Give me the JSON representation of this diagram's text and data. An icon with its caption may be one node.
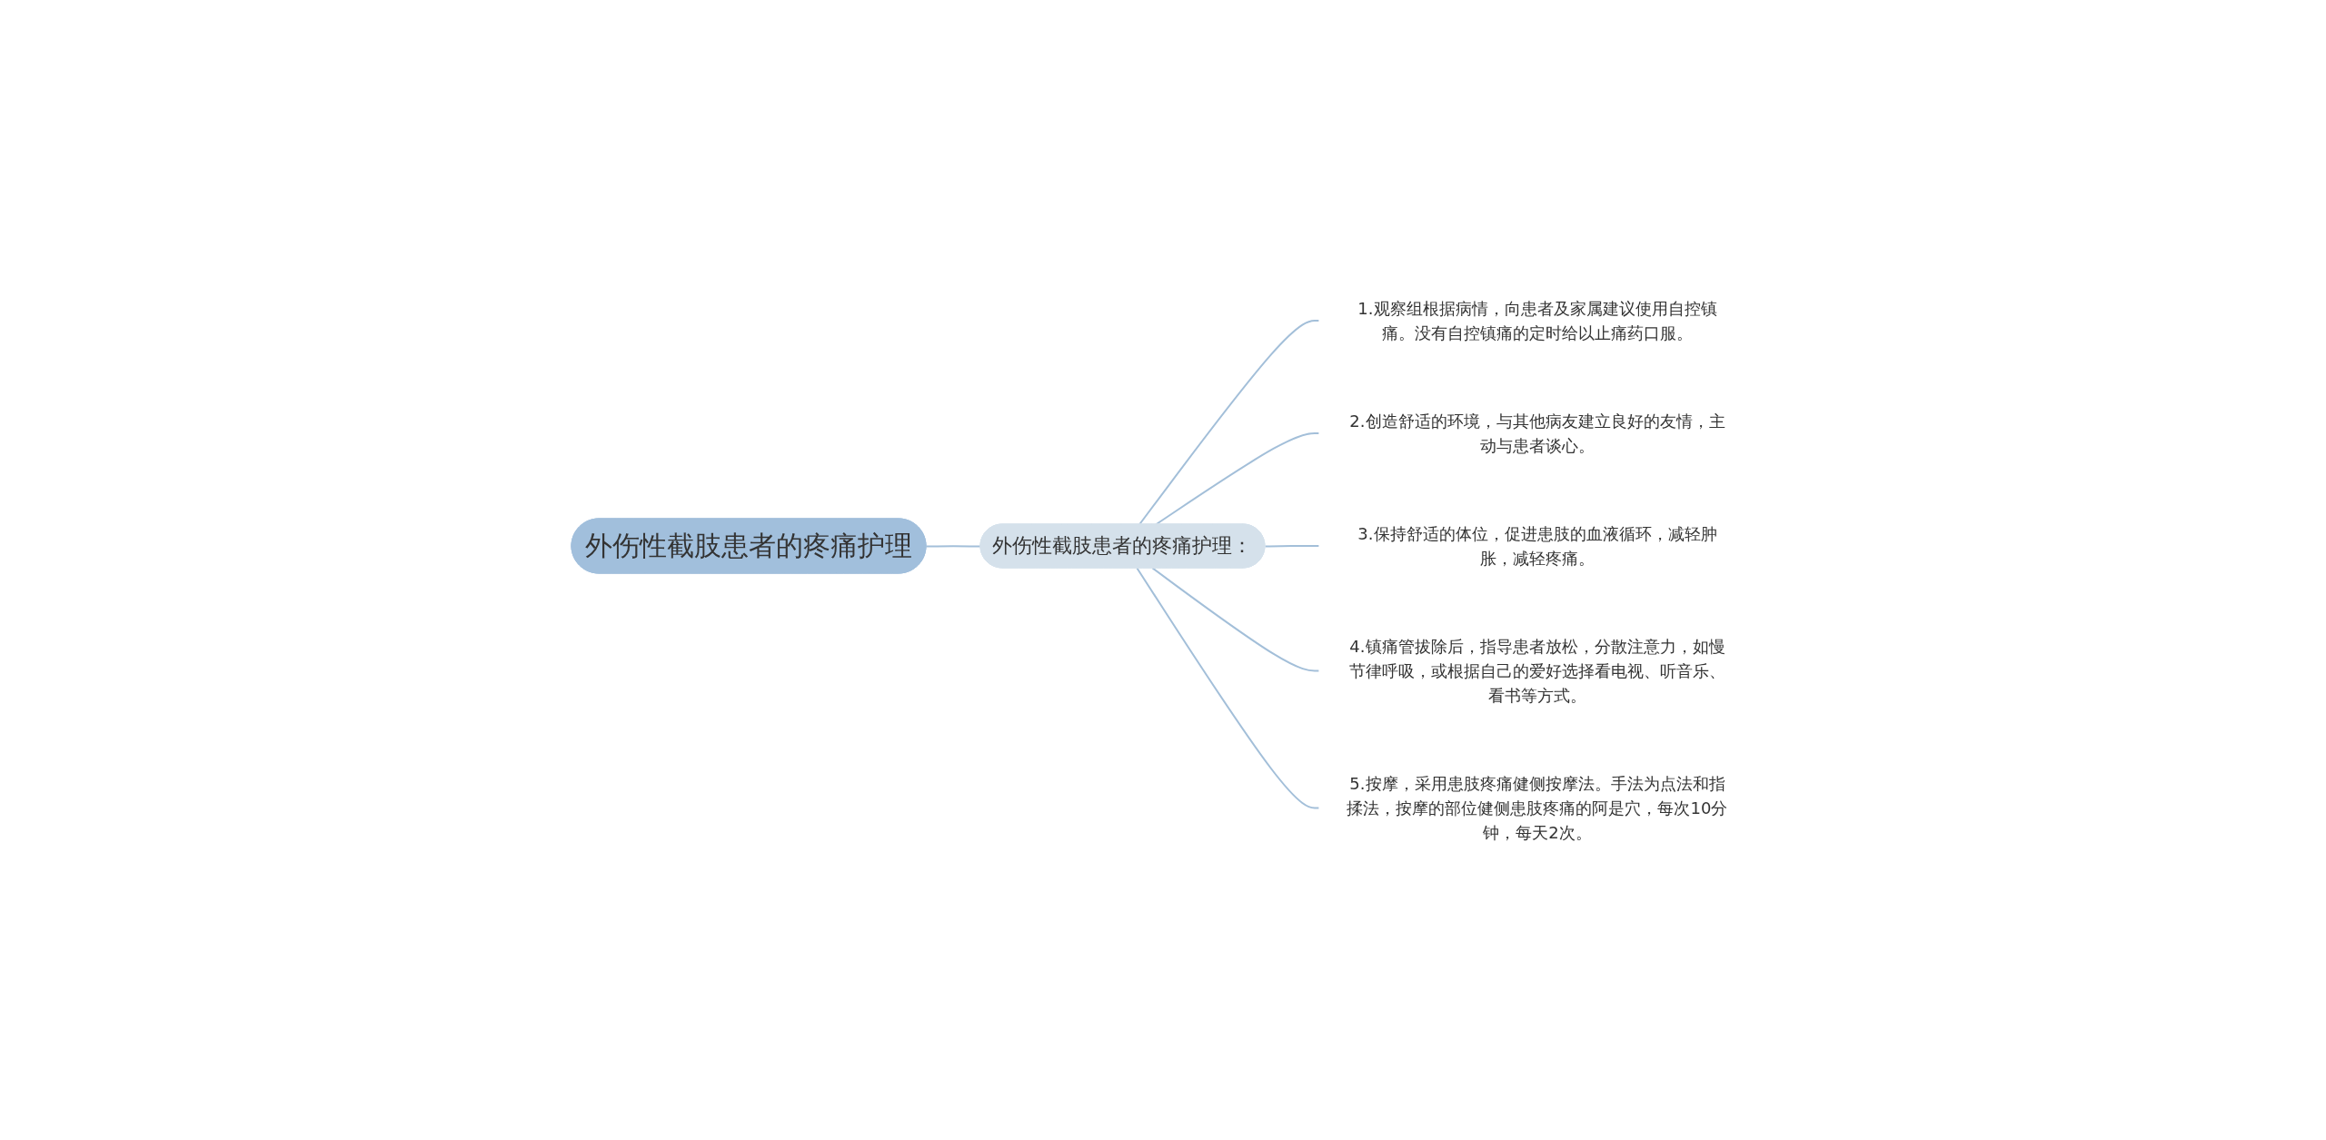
{
  "diagram": {
    "nodes": [
      {
        "text": [
          "外伤性截肢患者的疼痛护理"
        ]
      },
      {
        "text": [
          "外伤性截肢患者的疼痛护理："
        ]
      },
      {
        "text": [
          "1.观察组根据病情，向患者及家属建议使用自控镇痛。没有自控镇痛的定时给以止痛药口服。"
        ]
      },
      {
        "text": [
          "2.创造舒适的环境，与其他病友建立良好的友情，主动与患者谈心。"
        ]
      },
      {
        "text": [
          "3.保持舒适的体位，促进患肢的血液循环，减轻肿胀，减轻疼痛。"
        ]
      },
      {
        "text": [
          "4.镇痛管拔除后，指导患者放松，分散注意力，如慢节律呼吸，或根据自己的爱好选择看电视、听音乐、看书等方式。"
        ]
      },
      {
        "text": [
          "5.按摩，采用患肢疼痛健侧按摩法。手法为点法和指揉法，按摩的部位健侧患肢疼痛的阿是穴，每次10分钟，每天2次。"
        ]
      }
    ],
    "edges": [
      {
        "from": 0,
        "to": 1,
        "arrow": "none"
      },
      {
        "from": 1,
        "to": 2,
        "arrow": "none"
      },
      {
        "from": 1,
        "to": 3,
        "arrow": "none"
      },
      {
        "from": 1,
        "to": 4,
        "arrow": "none"
      },
      {
        "from": 1,
        "to": 5,
        "arrow": "none"
      },
      {
        "from": 1,
        "to": 6,
        "arrow": "none"
      }
    ]
  }
}
